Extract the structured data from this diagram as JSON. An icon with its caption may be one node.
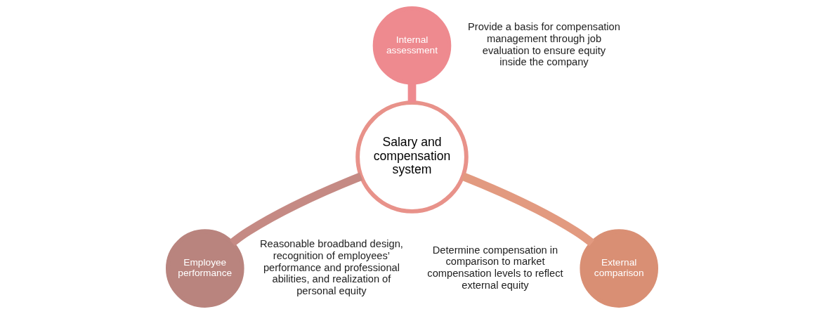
{
  "diagram": {
    "nodes": [
      {
        "text": [
          "Internal assessment"
        ],
        "beside": [
          "Provide a basis for compensation management through job evaluation to ensure equity inside the company"
        ]
      },
      {
        "text": [
          "Salary and compensation system"
        ]
      },
      {
        "text": [
          "External comparison"
        ],
        "beside": [
          "Determine compensation in comparison to market compensation levels to reflect external equity"
        ]
      },
      {
        "text": [
          "Employee performance"
        ],
        "beside": [
          "Reasonable broadband design, recognition of employees’ performance and professional abilities, and realization of personal equity"
        ]
      }
    ],
    "edges": [
      {
        "from": 0,
        "to": 1,
        "arrow": "none"
      },
      {
        "from": 1,
        "to": 2,
        "arrow": "none"
      },
      {
        "from": 1,
        "to": 3,
        "arrow": "none"
      }
    ]
  }
}
